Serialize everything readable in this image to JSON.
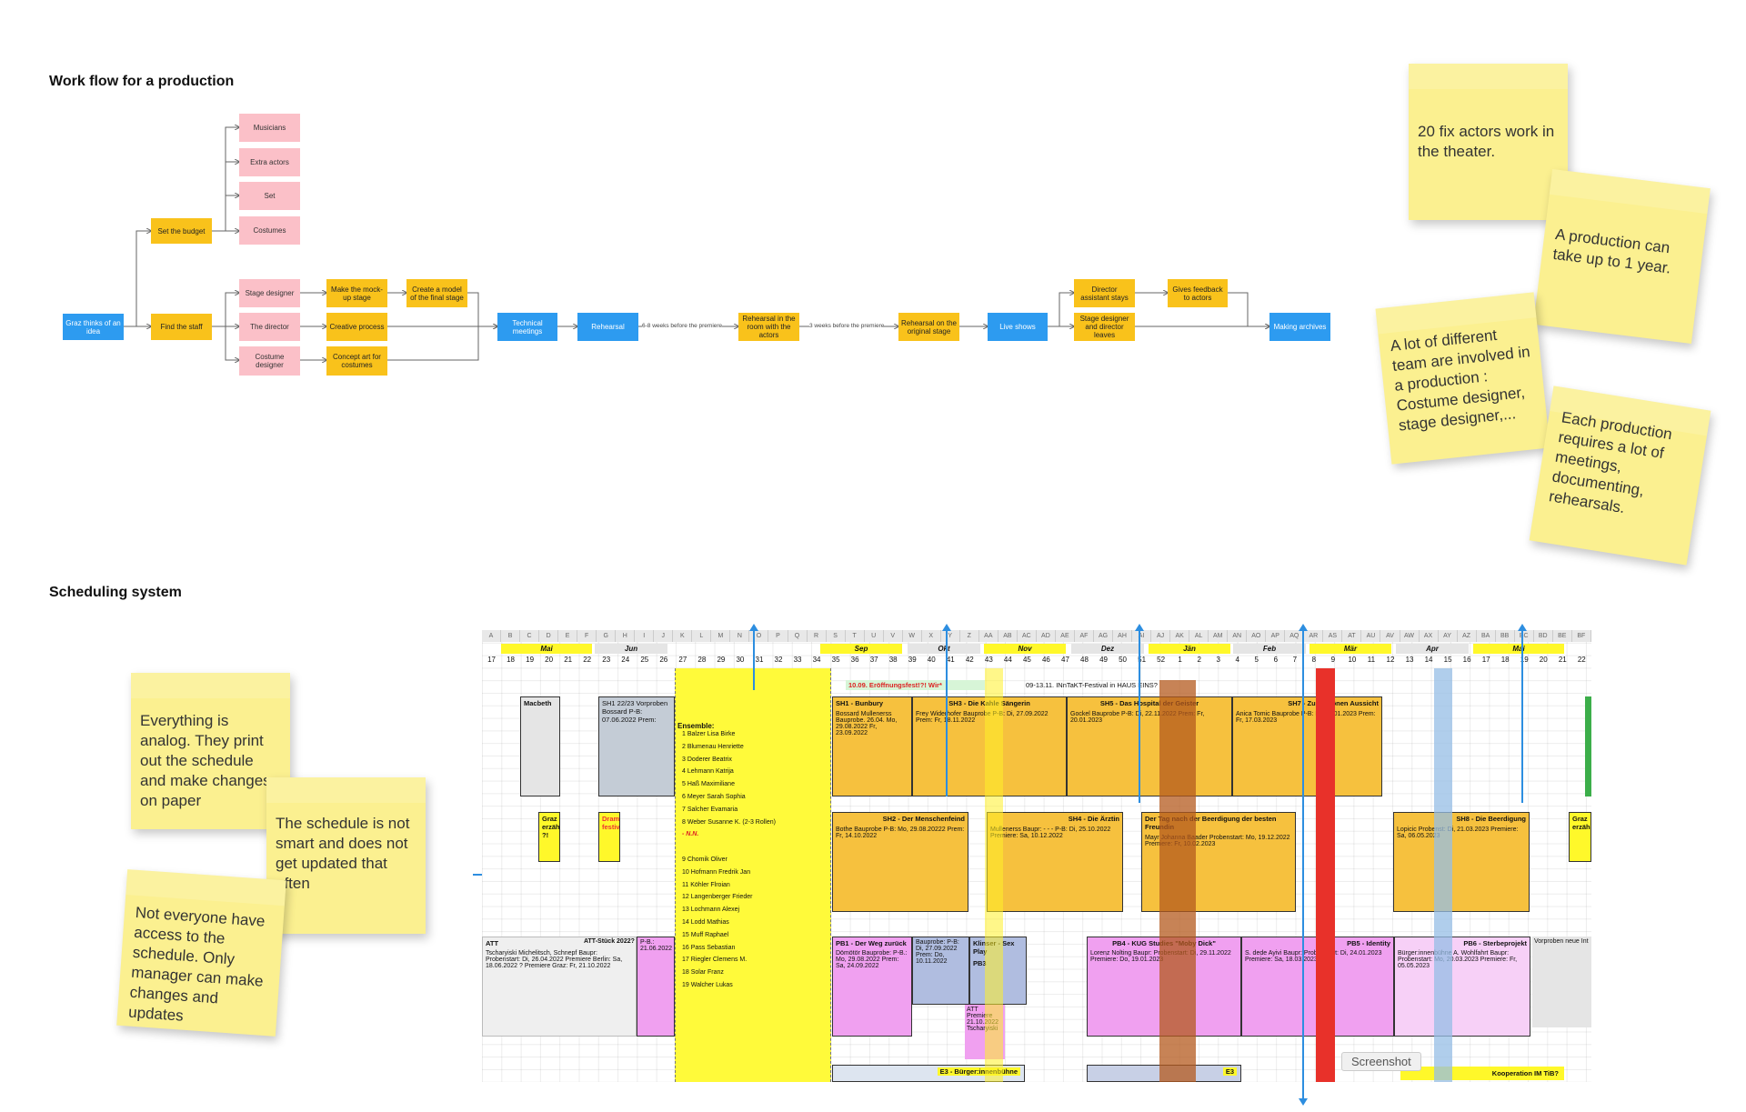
{
  "workflow": {
    "title": "Work flow for a production",
    "nodes": {
      "graz": "Graz thinks of an idea",
      "budget": "Set the budget",
      "staff": "Find the staff",
      "musicians": "Musicians",
      "extra_actors": "Extra actors",
      "set": "Set",
      "costumes": "Costumes",
      "stage_designer": "Stage designer",
      "director": "The director",
      "costume_designer": "Costume designer",
      "mockup": "Make the mock-up stage",
      "model": "Create a model of the final stage",
      "creative": "Creative process",
      "concept": "Concept art for costumes",
      "technical": "Technical meetings",
      "rehearsal": "Rehearsal",
      "room_rehearsal": "Rehearsal in the room with the actors",
      "original_stage": "Rehearsal on the original stage",
      "live": "Live shows",
      "assistant": "Director assistant stays",
      "designer_leaves": "Stage designer and director leaves",
      "feedback": "Gives feedback to actors",
      "archives": "Making archives"
    },
    "edge_labels": {
      "weeks68": "6-8 weeks before the premiere",
      "weeks3": "3 weeks before the premiere"
    }
  },
  "stickies": {
    "s1": "20 fix actors work in the theater.",
    "s2": "A production can take up to 1 year.",
    "s3": "A lot of different team are involved in a production : Costume designer, stage designer,...",
    "s4": "Each production requires a lot of meetings, documenting, rehearsals.",
    "s5": "Everything is analog. They print out the schedule and make changes on paper",
    "s6": "The schedule is not smart and does not get updated that often",
    "s7": "Not everyone have access to the schedule. Only manager can make changes and updates"
  },
  "scheduling": {
    "title": "Scheduling system",
    "columns": [
      "A",
      "B",
      "C",
      "D",
      "E",
      "F",
      "G",
      "H",
      "I",
      "J",
      "K",
      "L",
      "M",
      "N",
      "O",
      "P",
      "Q",
      "R",
      "S",
      "T",
      "U",
      "V",
      "W",
      "X",
      "Y",
      "Z",
      "AA",
      "AB",
      "AC",
      "AD",
      "AE",
      "AF",
      "AG",
      "AH",
      "AI",
      "AJ",
      "AK",
      "AL",
      "AM",
      "AN",
      "AO",
      "AP",
      "AQ",
      "AR",
      "AS",
      "AT",
      "AU",
      "AV",
      "AW",
      "AX",
      "AY",
      "AZ",
      "BA",
      "BB",
      "BC",
      "BD",
      "BE",
      "BF"
    ],
    "months": {
      "mai": "Mai",
      "jun": "Jun",
      "sep": "Sep",
      "okt": "Okt",
      "nov": "Nov",
      "dez": "Dez",
      "jan": "Jän",
      "feb": "Feb",
      "mar": "Mär",
      "apr": "Apr",
      "mai2": "Mai"
    },
    "weeks": [
      "17",
      "18",
      "19",
      "20",
      "21",
      "22",
      "23",
      "24",
      "25",
      "26",
      "27",
      "28",
      "29",
      "30",
      "31",
      "32",
      "33",
      "34",
      "35",
      "36",
      "37",
      "38",
      "39",
      "40",
      "41",
      "42",
      "43",
      "44",
      "45",
      "46",
      "47",
      "48",
      "49",
      "50",
      "51",
      "52",
      "1",
      "2",
      "3",
      "4",
      "5",
      "6",
      "7",
      "8",
      "9",
      "10",
      "11",
      "12",
      "13",
      "14",
      "15",
      "16",
      "17",
      "18",
      "19",
      "20",
      "21",
      "22"
    ],
    "events": {
      "fest1": "10.09. Eröffnungsfest!?! Wir*",
      "fest2": "09-13.11. INnTaKT-Festival in HAUS EINS?"
    },
    "blocks": {
      "macbeth": "Macbeth",
      "sh1_2223": "SH1 22/23 Vorproben Bossard P-B: 07.06.2022 Prem:",
      "sh1": "SH1 - Bunbury",
      "sh1_body": "Bossard Mullenerss Bauprobe. 26.04. Mo, 29.08.2022 Fr, 23.09.2022",
      "sh3": "SH3 - Die Kahle Sängerin",
      "sh3_body": "Frey Widerhofer Bauprobe P-B: Di, 27.09.2022 Prem: Fr, 18.11.2022",
      "sh5": "SH5 - Das Hospital der Geister",
      "sh5_body": "Gockel Bauprobe P-B: Di, 22.11.2022 Prem: Fr, 20.01.2023",
      "sh7": "SH7 - Zur schönen Aussicht",
      "sh7_body": "Anica Tomic Bauprobe P-B: Di, 24.01.2023 Prem: Fr, 17.03.2023",
      "graz1": "Graz erzählt ?!",
      "drama": "Drama-festival?",
      "sh2": "SH2 - Der Menschenfeind",
      "sh2_body": "Bothe Bauprobe P-B: Mo, 29.08.20222 Prem: Fr, 14.10.2022",
      "sh4": "SH4 - Die Ärztin",
      "sh4_body": "Mullenerss Baupr: - - - P-B: Di, 25.10.2022 Premiere: Sa, 10.12.2022",
      "beerdigung": "Der Tag nach der Beerdigung der besten Freundin",
      "beerdigung_body": "Mayr Johanna Baader Probenstart: Mo, 19.12.2022 Premiere: Fr, 10.02.2023",
      "sh8": "SH8 - Die Beerdigung",
      "sh8_body": "Lopicic Probenst: Di, 21.03.2023 Premiere: Sa, 06.05.2023",
      "graz2": "Graz erzählt",
      "att": "ATT",
      "att_body": "Tscharyiski Michelitsch, Schnepf Baupr: Probenstart: Di, 26.04.2022 Premiere Berlin: Sa, 18.06.2022 ? Premiere Graz: Fr, 21.10.2022",
      "att_stueck": "ATT-Stück 2022?",
      "pb_left": "P-B.: 21.06.2022",
      "pb1": "PB1 - Der Weg zurück",
      "pb1_body": "Dömötör Bauprobe: P-B.: Mo, 29.08.2022 Prem: Sa, 24.09.2022",
      "bauprobe_pb": "Bauprobe: P-B: Di, 27.09.2022 Prem: Do, 10.11.2022",
      "klinser": "Klinser - Sex Play",
      "pb3": "PB3",
      "att2": "ATT Premiere 21.10.2022 Tscharyiski",
      "pb4": "PB4 - KUG Studies \"Moby Dick\"",
      "pb4_body": "Lorenz Nolting Baupr: Probenstart: Di, 29.11.2022 Premiere: Do, 19.01.2023",
      "pb5": "PB5 - Identity",
      "pb5_body": "S. dede Ayivi Baupr: Probenstart: Di, 24.01.2023 Premiere: Sa, 18.03.2023",
      "pb6": "PB6 - Sterbeprojekt",
      "pb6_body": "Bürger:innenbühne A. Wohlfahrt Baupr: Probenstart: Mo, 20.03.2023 Premiere: Fr, 05.05.2023",
      "vorproben": "Vorproben neue Int",
      "e3": "E3 - Bürger:innenbühne",
      "e3b": "E3",
      "kooperation": "Kooperation IM TiB?"
    },
    "ensemble_title": "Ensemble:",
    "ensemble": [
      "1 Balzer Lisa Birke",
      "2 Blumenau Henriette",
      "3 Doderer Beatrix",
      "4 Lehmann Katrija",
      "5 Haß Maximiliane",
      "6 Meyer Sarah Sophia",
      "7 Salcher Evamaria",
      "8 Weber Susanne K. (2-3 Rollen)",
      "- N.N.",
      "",
      "9 Chomik Oliver",
      "10 Hofmann Fredrik Jan",
      "11 Köhler Flroian",
      "12 Langenberger Frieder",
      "13 Lochmann Alexej",
      "14 Lodd Mathias",
      "15 Muff Raphael",
      "16 Pass Sebastian",
      "17 Riegler Clemens M.",
      "18 Solar Franz",
      "19 Walcher Lukas"
    ],
    "screenshot_label": "Screenshot"
  },
  "colors": {
    "blue": "#2d9bf0",
    "yellow": "#f9c21b",
    "pink": "#fbc0c8",
    "sticky": "#fbf090",
    "arrow": "#2d8ee0"
  }
}
